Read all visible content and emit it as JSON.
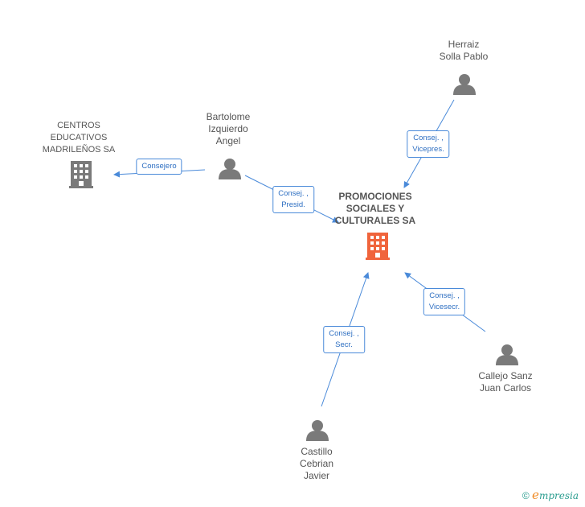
{
  "nodes": {
    "main": {
      "lines": [
        "PROMOCIONES",
        "SOCIALES Y",
        "CULTURALES SA"
      ],
      "kind": "company-main"
    },
    "centros": {
      "lines": [
        "CENTROS",
        "EDUCATIVOS",
        "MADRILEÑOS SA"
      ],
      "kind": "company"
    },
    "bartolome": {
      "lines": [
        "Bartolome",
        "Izquierdo",
        "Angel"
      ],
      "kind": "person"
    },
    "herraiz": {
      "lines": [
        "Herraiz",
        "Solla Pablo"
      ],
      "kind": "person"
    },
    "callejo": {
      "lines": [
        "Callejo Sanz",
        "Juan Carlos"
      ],
      "kind": "person"
    },
    "castillo": {
      "lines": [
        "Castillo",
        "Cebrian",
        "Javier"
      ],
      "kind": "person"
    }
  },
  "edges": [
    {
      "from": "bartolome",
      "to": "centros",
      "label_lines": [
        "Consejero"
      ]
    },
    {
      "from": "bartolome",
      "to": "main",
      "label_lines": [
        "Consej. ,",
        "Presid."
      ]
    },
    {
      "from": "herraiz",
      "to": "main",
      "label_lines": [
        "Consej. ,",
        "Vicepres."
      ]
    },
    {
      "from": "callejo",
      "to": "main",
      "label_lines": [
        "Consej. ,",
        "Vicesecr."
      ]
    },
    {
      "from": "castillo",
      "to": "main",
      "label_lines": [
        "Consej. ,",
        "Secr."
      ]
    }
  ],
  "colors": {
    "edge": "#4a8ad9",
    "icon_gray": "#7a7a7a",
    "icon_main": "#f0643c",
    "text": "#555555"
  },
  "footer": {
    "copyright_symbol": "©",
    "brand_initial": "e",
    "brand_rest": "mpresia"
  }
}
